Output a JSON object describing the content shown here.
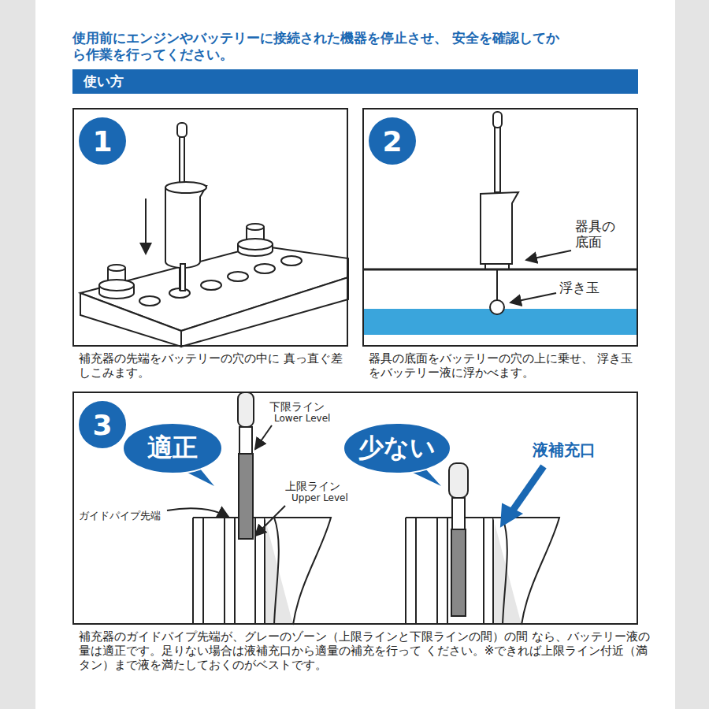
{
  "diagram": {
    "title": "使用前にエンジンやバッテリーに接続された機器を停止させ、 安全を確認してから作業を行ってください。",
    "nodes": [
      {
        "text": [
          "使い方"
        ]
      },
      {
        "text": [
          "補充器の先端をバッテリーの穴の中に 真っ直ぐ差しこみます。"
        ]
      },
      {
        "text": [
          "1"
        ],
        "in": 1
      },
      {
        "text": [
          "器具の底面をバッテリーの穴の上に乗せ、 浮き玉をバッテリー液に浮かべます。"
        ]
      },
      {
        "text": [
          "2"
        ],
        "in": 3
      },
      {
        "text": [
          "補充器のガイドパイプ先端が、グレーのゾーン（上限ラインと下限ラインの間）の間 なら、バッテリー液の量は適正です。足りない場合は液補充口から適量の補充を行って ください。※できれば上限ライン付近（満タン）まで液を満たしておくのがベストです。"
        ]
      },
      {
        "text": [
          "3"
        ],
        "in": 5
      },
      {
        "text": [
          "適正"
        ],
        "in": 5
      },
      {
        "text": [
          "少ない"
        ],
        "in": 5
      }
    ],
    "labels": [
      "器具の 底面",
      "浮き玉",
      "下限ライン",
      "Lower Level",
      "上限ライン",
      "Upper Level",
      "ガイドパイプ先端",
      "液補充口"
    ]
  }
}
